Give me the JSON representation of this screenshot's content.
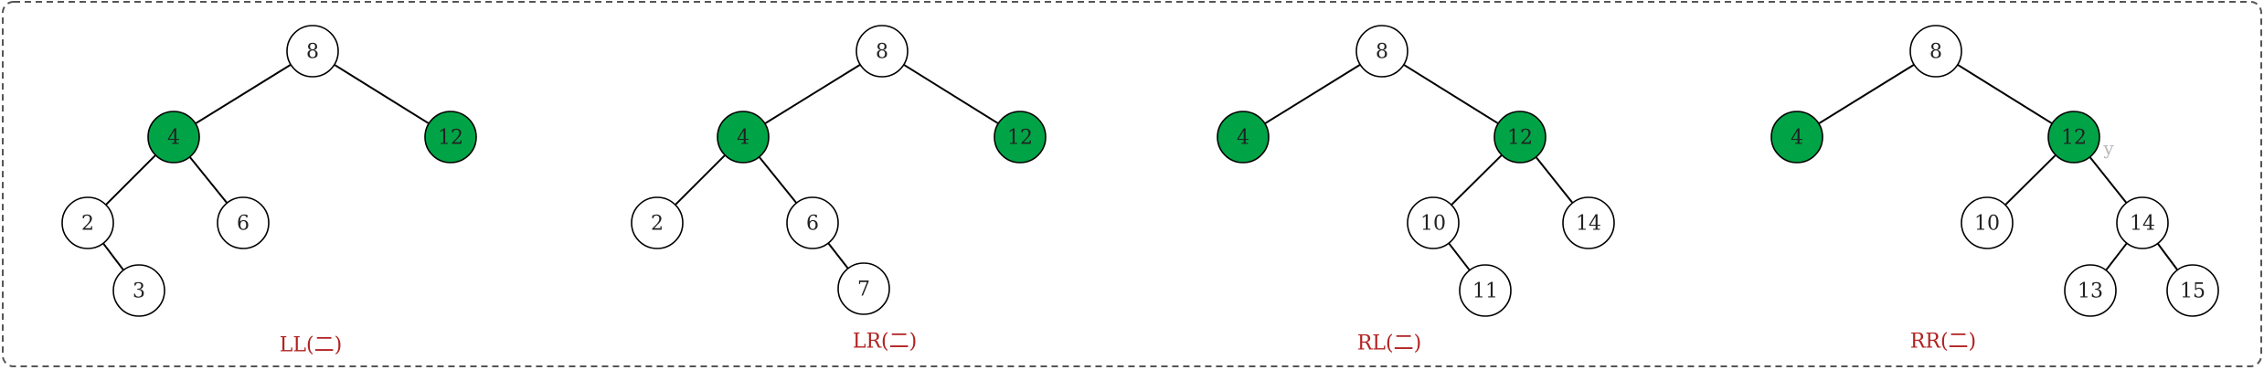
{
  "colors": {
    "highlight": "#00a447",
    "plain": "#ffffff",
    "caption": "#b22222"
  },
  "diagrams": [
    {
      "caption": "LL(二)",
      "nodes": [
        {
          "id": "n8",
          "label": "8",
          "highlight": false
        },
        {
          "id": "n4",
          "label": "4",
          "highlight": true
        },
        {
          "id": "n12",
          "label": "12",
          "highlight": true
        },
        {
          "id": "n2",
          "label": "2",
          "highlight": false
        },
        {
          "id": "n6",
          "label": "6",
          "highlight": false
        },
        {
          "id": "n3",
          "label": "3",
          "highlight": false
        }
      ],
      "edges": [
        [
          "n8",
          "n4"
        ],
        [
          "n8",
          "n12"
        ],
        [
          "n4",
          "n2"
        ],
        [
          "n4",
          "n6"
        ],
        [
          "n2",
          "n3"
        ]
      ]
    },
    {
      "caption": "LR(二)",
      "nodes": [
        {
          "id": "n8",
          "label": "8",
          "highlight": false
        },
        {
          "id": "n4",
          "label": "4",
          "highlight": true
        },
        {
          "id": "n12",
          "label": "12",
          "highlight": true
        },
        {
          "id": "n2",
          "label": "2",
          "highlight": false
        },
        {
          "id": "n6",
          "label": "6",
          "highlight": false
        },
        {
          "id": "n7",
          "label": "7",
          "highlight": false
        }
      ],
      "edges": [
        [
          "n8",
          "n4"
        ],
        [
          "n8",
          "n12"
        ],
        [
          "n4",
          "n2"
        ],
        [
          "n4",
          "n6"
        ],
        [
          "n6",
          "n7"
        ]
      ]
    },
    {
      "caption": "RL(二)",
      "nodes": [
        {
          "id": "n8",
          "label": "8",
          "highlight": false
        },
        {
          "id": "n4",
          "label": "4",
          "highlight": true
        },
        {
          "id": "n12",
          "label": "12",
          "highlight": true
        },
        {
          "id": "n10",
          "label": "10",
          "highlight": false
        },
        {
          "id": "n14",
          "label": "14",
          "highlight": false
        },
        {
          "id": "n11",
          "label": "11",
          "highlight": false
        }
      ],
      "edges": [
        [
          "n8",
          "n4"
        ],
        [
          "n8",
          "n12"
        ],
        [
          "n12",
          "n10"
        ],
        [
          "n12",
          "n14"
        ],
        [
          "n10",
          "n11"
        ]
      ]
    },
    {
      "caption": "RR(二)",
      "note": "y",
      "nodes": [
        {
          "id": "n8",
          "label": "8",
          "highlight": false
        },
        {
          "id": "n4",
          "label": "4",
          "highlight": true
        },
        {
          "id": "n12",
          "label": "12",
          "highlight": true
        },
        {
          "id": "n10",
          "label": "10",
          "highlight": false
        },
        {
          "id": "n14",
          "label": "14",
          "highlight": false
        },
        {
          "id": "n13",
          "label": "13",
          "highlight": false
        },
        {
          "id": "n15",
          "label": "15",
          "highlight": false
        }
      ],
      "edges": [
        [
          "n8",
          "n4"
        ],
        [
          "n8",
          "n12"
        ],
        [
          "n12",
          "n10"
        ],
        [
          "n12",
          "n14"
        ],
        [
          "n14",
          "n13"
        ],
        [
          "n14",
          "n15"
        ]
      ]
    }
  ]
}
